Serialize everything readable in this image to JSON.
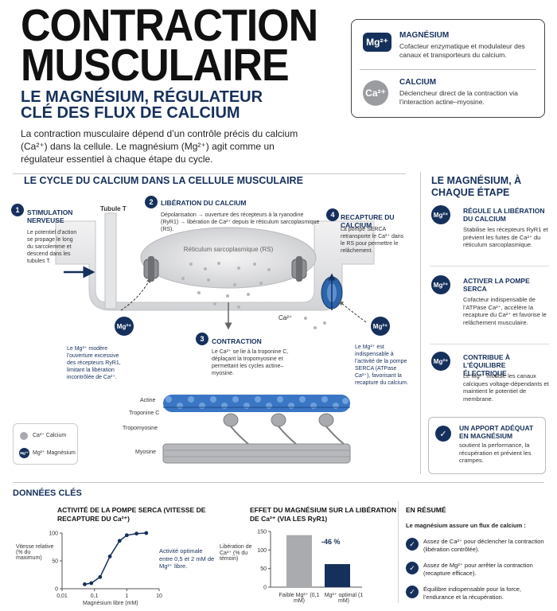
{
  "header": {
    "title_line1": "CONTRACTION",
    "title_line2": "MUSCULAIRE",
    "subtitle": "LE MAGNÉSIUM, RÉGULATEUR CLÉ DES FLUX DE CALCIUM",
    "intro": "La contraction musculaire dépend d’un contrôle précis du calcium (Ca²⁺) dans la cellule. Le magnésium (Mg²⁺) agit comme un régulateur essentiel à chaque étape du cycle."
  },
  "legend": {
    "mg": {
      "chip": "Mg²⁺",
      "title": "MAGNÉSIUM",
      "desc": "Cofacteur enzymatique et modulateur des canaux et transporteurs du calcium."
    },
    "ca": {
      "chip": "Ca²⁺",
      "title": "CALCIUM",
      "desc": "Déclencheur direct de la contraction via l’interaction actine–myosine."
    }
  },
  "cycle": {
    "heading": "LE CYCLE DU CALCIUM DANS LA CELLULE MUSCULAIRE",
    "tubule_label": "Tubule T",
    "reticulum_label": "Réticulum sarcoplasmique (RS)",
    "ca_label": "Ca²⁺",
    "step1": {
      "num": "1",
      "title": "STIMULATION NERVEUSE",
      "text": "Le potentiel d’action se propage le long du sarcolemme et descend dans les tubules T.",
      "mg_note": "Le Mg²⁺ modère l’ouverture excessive des récepteurs RyR1, limitant la libération incontrôlée de Ca²⁺."
    },
    "step2": {
      "num": "2",
      "title": "LIBÉRATION DU CALCIUM",
      "text": "Dépolarisation → ouverture des récepteurs à la ryanodine (RyR1) → libération de Ca²⁺ depuis le réticulum sarcoplasmique (RS)."
    },
    "step3": {
      "num": "3",
      "title": "CONTRACTION",
      "text": "Le Ca²⁺ se lie à la troponine C, déplaçant la tropomyosine et permettant les cycles actine–myosine."
    },
    "step4": {
      "num": "4",
      "title": "RECAPTURE DU CALCIUM",
      "text": "La pompe SERCA retransporte le Ca²⁺ dans le RS pour permettre le relâchement.",
      "mg_note": "Le Mg²⁺ est indispensable à l’activité de la pompe SERCA (ATPase Ca²⁺), favorisant la recapture du calcium."
    },
    "mg_badge": "Mg²⁺",
    "filament_labels": [
      "Actine",
      "Troponine C",
      "Tropomyosine",
      "Myosine"
    ],
    "key": {
      "calcium": "Ca²⁺ Calcium",
      "magnesium": "Mg²⁺ Magnésium",
      "mg_chip": "Mg²⁺"
    }
  },
  "sidebar": {
    "heading": "LE MAGNÉSIUM, À CHAQUE ÉTAPE",
    "items": [
      {
        "badge": "Mg²⁺",
        "title": "RÉGULE LA LIBÉRATION DU CALCIUM",
        "text": "Stabilise les récepteurs RyR1 et prévient les fuites de Ca²⁺ du réticulum sarcoplasmique."
      },
      {
        "badge": "Mg²⁺",
        "title": "ACTIVER LA POMPE SERCA",
        "text": "Cofacteur indispensable de l’ATPase Ca²⁺, accélère la recapture du Ca²⁺ et favorise le relâchement musculaire."
      },
      {
        "badge": "Mg²⁺",
        "title": "CONTRIBUE À L’ÉQUILIBRE ÉLECTRIQUE",
        "text": "Le Mg²⁺ module les canaux calciques voltage-dépendants et maintient le potentiel de membrane."
      }
    ],
    "apport": {
      "title": "UN APPORT ADÉQUAT EN MAGNÉSIUM",
      "text": "soutient la performance, la récupération et prévient les crampes."
    }
  },
  "donnees": {
    "heading": "DONNÉES CLÉS",
    "chart1": {
      "annotation": "Activité optimale entre 0,5 et 2 mM de Mg²⁺ libre."
    },
    "chart2": {
      "delta_label": "-46 %"
    },
    "resume": {
      "heading": "EN RÉSUMÉ",
      "lead": "Le magnésium assure un flux de calcium :",
      "items": [
        "Assez de Ca²⁺ pour déclencher la contraction (libération contrôlée).",
        "Assez de Mg²⁺ pour arrêter la contraction (recapture efficace).",
        "Équilibre indispensable pour la force, l’endurance et la récupération."
      ]
    }
  },
  "chart_data": [
    {
      "type": "line",
      "title": "ACTIVITÉ DE LA POMPE SERCA (VITESSE DE RECAPTURE DU Ca²⁺)",
      "xlabel": "Magnésium libre (mM)",
      "ylabel": "Vitesse relative (% du maximum)",
      "x_scale": "log",
      "xlim": [
        0.01,
        10
      ],
      "ylim": [
        0,
        100
      ],
      "x_ticks": [
        "0,01",
        "0,1",
        "1",
        "10"
      ],
      "x_tick_values": [
        0.01,
        0.1,
        1,
        10
      ],
      "y_ticks": [
        0,
        50,
        100
      ],
      "x": [
        0.05,
        0.08,
        0.15,
        0.3,
        0.6,
        1,
        2,
        4
      ],
      "y": [
        8,
        10,
        21,
        58,
        86,
        96,
        99,
        100
      ]
    },
    {
      "type": "bar",
      "title": "EFFET DU MAGNÉSIUM SUR LA LIBÉRATION DE Ca²⁺ (VIA LES RyR1)",
      "ylabel": "Libération de Ca²⁺ (% du témoin)",
      "ylim": [
        0,
        150
      ],
      "y_ticks": [
        0,
        50,
        100,
        150
      ],
      "categories": [
        "Faible Mg²⁺ (0,1 mM)",
        "Mg²⁺ optimal (1 mM)"
      ],
      "values": [
        140,
        62
      ],
      "colors": [
        "#a9abae",
        "#16305c"
      ]
    }
  ]
}
